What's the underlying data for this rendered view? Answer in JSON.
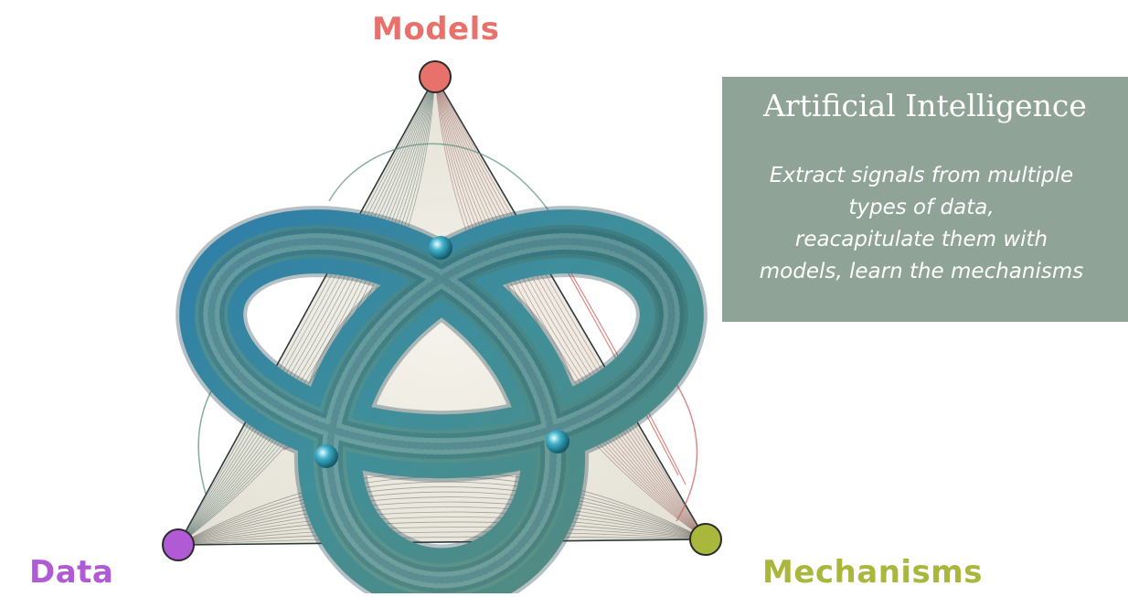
{
  "diagram": {
    "vertices": {
      "models": {
        "label": "Models",
        "color": "#e8726b"
      },
      "data": {
        "label": "Data",
        "color": "#b05ad6"
      },
      "mechanisms": {
        "label": "Mechanisms",
        "color": "#a9b73d"
      }
    }
  },
  "card": {
    "title": "Artificial Intelligence",
    "lines": [
      "Extract signals from multiple",
      "types of data,",
      "reacapitulate them with",
      "models, learn the mechanisms"
    ],
    "background": "#8fa496"
  },
  "colors": {
    "tube_blue": "#3c8bb0",
    "tube_green": "#4f8a78",
    "accent_red": "#d65a5a",
    "triangle_fill": "#ece9df"
  }
}
